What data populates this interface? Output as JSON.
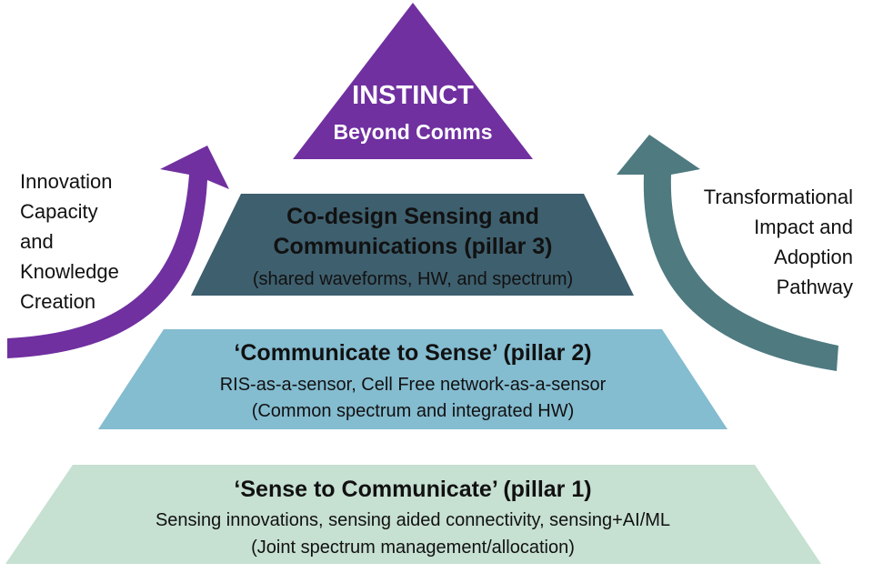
{
  "colors": {
    "apex": "#7030a0",
    "pillar3": "#3e5f6e",
    "pillar2": "#84bcd0",
    "pillar1": "#c6e0d2",
    "arrow_left": "#7030a0",
    "arrow_right": "#4e7a80",
    "apex_text": "#ffffff",
    "level_text": "#111111"
  },
  "apex": {
    "title": "INSTINCT",
    "subtitle": "Beyond Comms"
  },
  "pillar3": {
    "line1": "Co-design Sensing and",
    "line2": "Communications (pillar 3)",
    "line3": "(shared waveforms, HW, and spectrum)"
  },
  "pillar2": {
    "title": "‘Communicate to Sense’ (pillar 2)",
    "line1": "RIS-as-a-sensor, Cell Free network-as-a-sensor",
    "line2": "(Common spectrum and integrated HW)"
  },
  "pillar1": {
    "title": "‘Sense to Communicate’ (pillar 1)",
    "line1": "Sensing innovations, sensing aided connectivity, sensing+AI/ML",
    "line2": "(Joint spectrum management/allocation)"
  },
  "left_label": [
    "Innovation",
    "Capacity",
    "and",
    "Knowledge",
    "Creation"
  ],
  "right_label": [
    "Transformational",
    "Impact and",
    "Adoption",
    "Pathway"
  ],
  "icons": {
    "left_arrow": "curved-up-arrow",
    "right_arrow": "curved-up-arrow"
  }
}
